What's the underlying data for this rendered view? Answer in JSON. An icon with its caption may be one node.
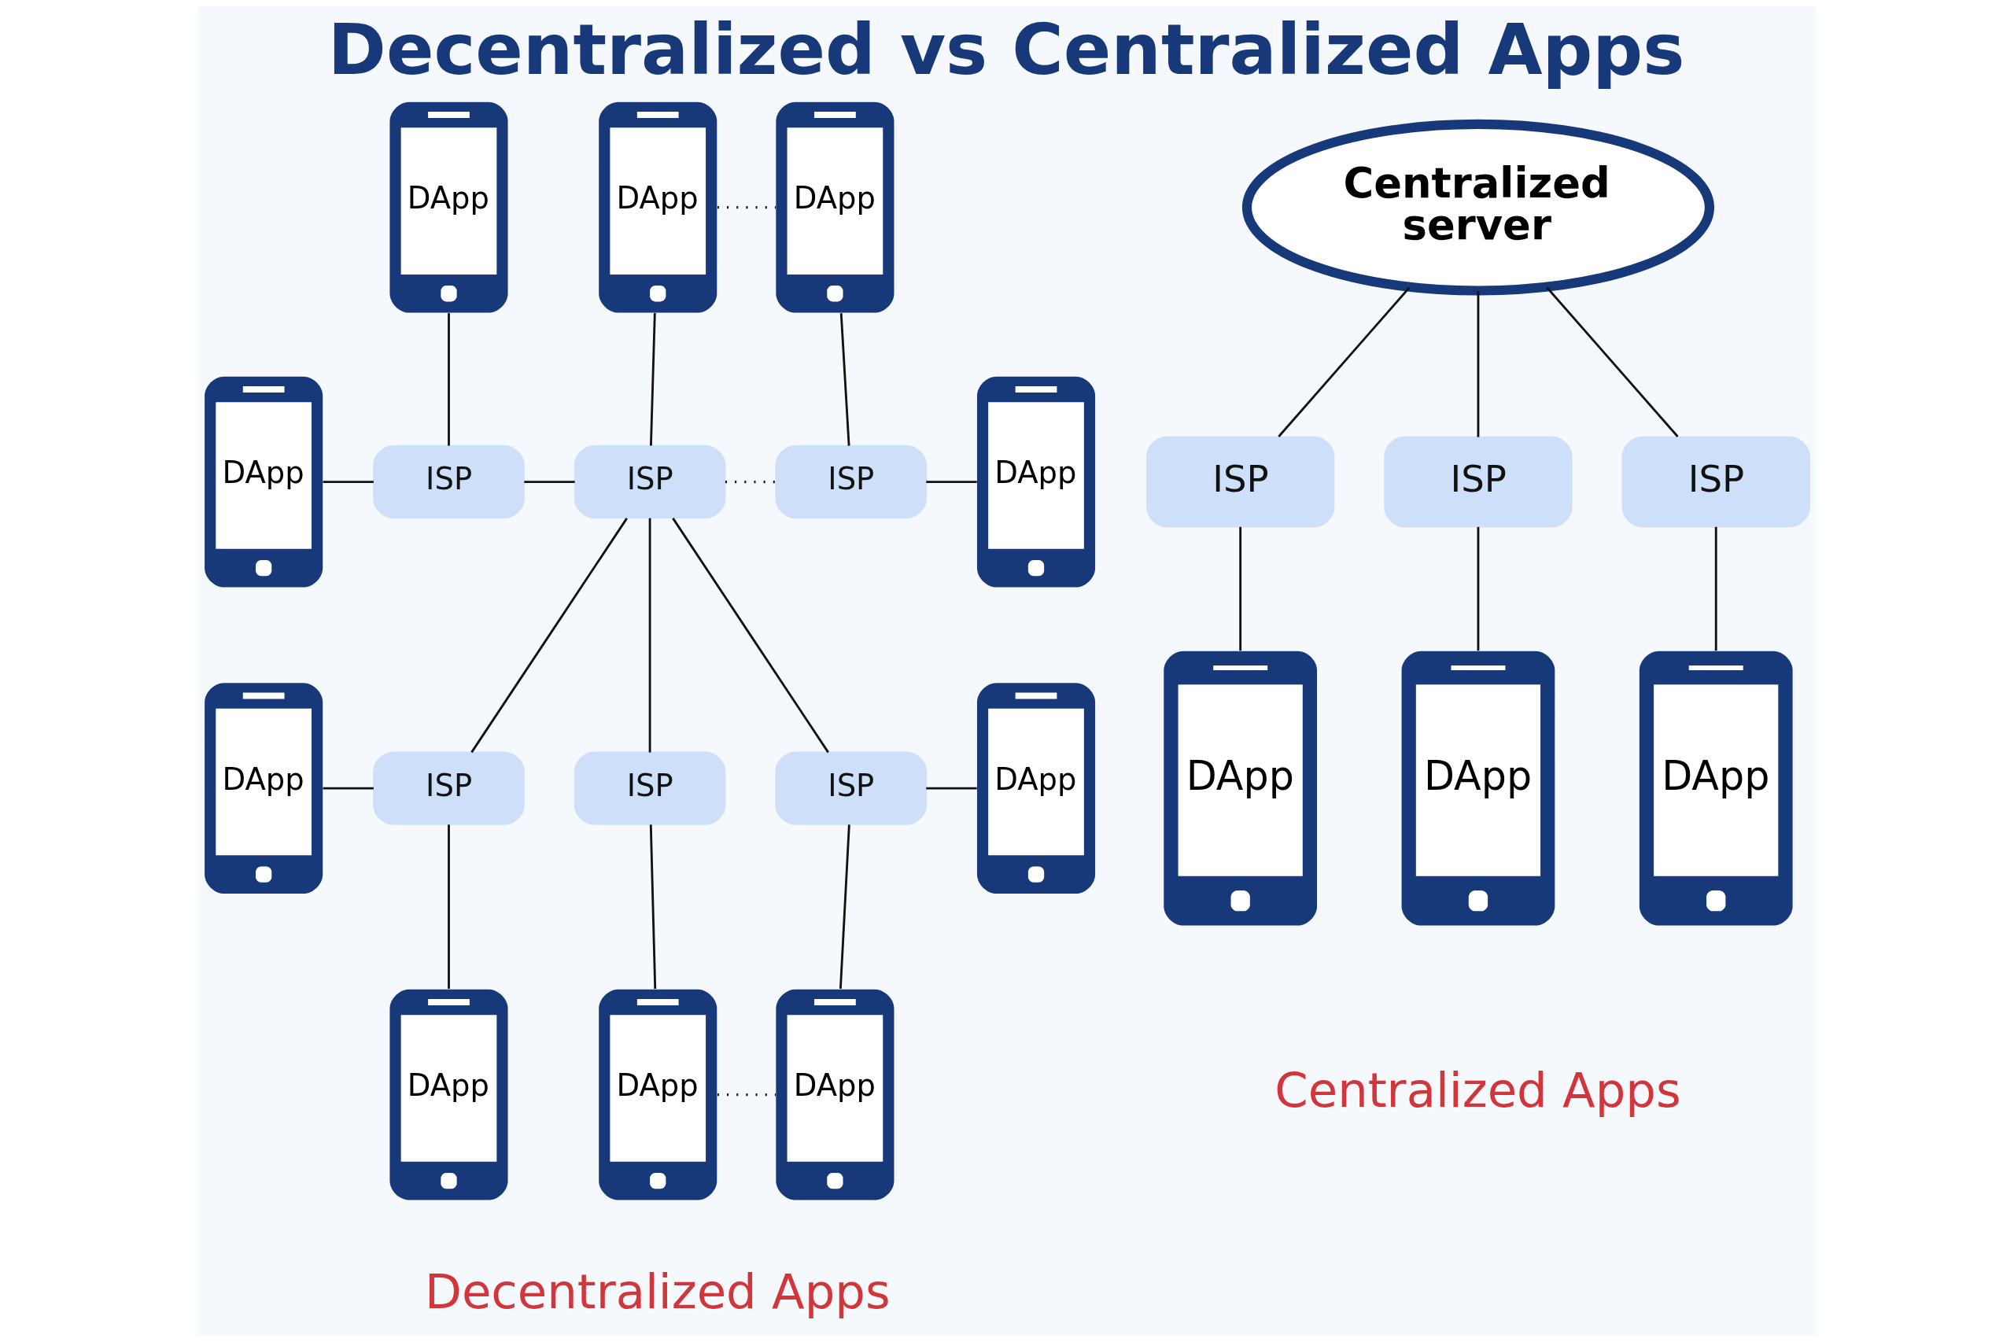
{
  "diagram": {
    "title": "Decentralized vs Centralized Apps",
    "nodes": [
      {
        "text": [
          "DApp"
        ]
      },
      {
        "text": [
          "DApp"
        ]
      },
      {
        "text": [
          "DApp"
        ]
      },
      {
        "text": [
          "DApp"
        ]
      },
      {
        "text": [
          "ISP"
        ]
      },
      {
        "text": [
          "ISP"
        ]
      },
      {
        "text": [
          "ISP"
        ]
      },
      {
        "text": [
          "DApp"
        ]
      },
      {
        "text": [
          "DApp"
        ]
      },
      {
        "text": [
          "ISP"
        ]
      },
      {
        "text": [
          "ISP"
        ]
      },
      {
        "text": [
          "ISP"
        ]
      },
      {
        "text": [
          "DApp"
        ]
      },
      {
        "text": [
          "DApp"
        ]
      },
      {
        "text": [
          "DApp"
        ]
      },
      {
        "text": [
          "DApp"
        ]
      },
      {
        "text": [
          "Centralized server"
        ]
      },
      {
        "text": [
          "ISP"
        ]
      },
      {
        "text": [
          "ISP"
        ]
      },
      {
        "text": [
          "ISP"
        ]
      },
      {
        "text": [
          "DApp"
        ]
      },
      {
        "text": [
          "DApp"
        ]
      },
      {
        "text": [
          "DApp"
        ]
      }
    ],
    "edges": [
      {
        "from": 0,
        "to": 4,
        "arrow": "none"
      },
      {
        "from": 1,
        "to": 5,
        "arrow": "none"
      },
      {
        "from": 2,
        "to": 6,
        "arrow": "none"
      },
      {
        "from": 1,
        "to": 2,
        "arrow": "none",
        "style": "dashed"
      },
      {
        "from": 3,
        "to": 4,
        "arrow": "none"
      },
      {
        "from": 4,
        "to": 5,
        "arrow": "none"
      },
      {
        "from": 5,
        "to": 6,
        "arrow": "none",
        "style": "dashed"
      },
      {
        "from": 6,
        "to": 7,
        "arrow": "none"
      },
      {
        "from": 5,
        "to": 9,
        "arrow": "none"
      },
      {
        "from": 5,
        "to": 10,
        "arrow": "none"
      },
      {
        "from": 5,
        "to": 11,
        "arrow": "none"
      },
      {
        "from": 8,
        "to": 9,
        "arrow": "none"
      },
      {
        "from": 11,
        "to": 12,
        "arrow": "none"
      },
      {
        "from": 9,
        "to": 13,
        "arrow": "none"
      },
      {
        "from": 10,
        "to": 14,
        "arrow": "none"
      },
      {
        "from": 11,
        "to": 15,
        "arrow": "none"
      },
      {
        "from": 14,
        "to": 15,
        "arrow": "none",
        "style": "dashed"
      },
      {
        "from": 16,
        "to": 17,
        "arrow": "none"
      },
      {
        "from": 16,
        "to": 18,
        "arrow": "none"
      },
      {
        "from": 16,
        "to": 19,
        "arrow": "none"
      },
      {
        "from": 17,
        "to": 20,
        "arrow": "none"
      },
      {
        "from": 18,
        "to": 21,
        "arrow": "none"
      },
      {
        "from": 19,
        "to": 22,
        "arrow": "none"
      }
    ],
    "labels": [
      "Decentralized Apps",
      "Centralized Apps"
    ]
  }
}
